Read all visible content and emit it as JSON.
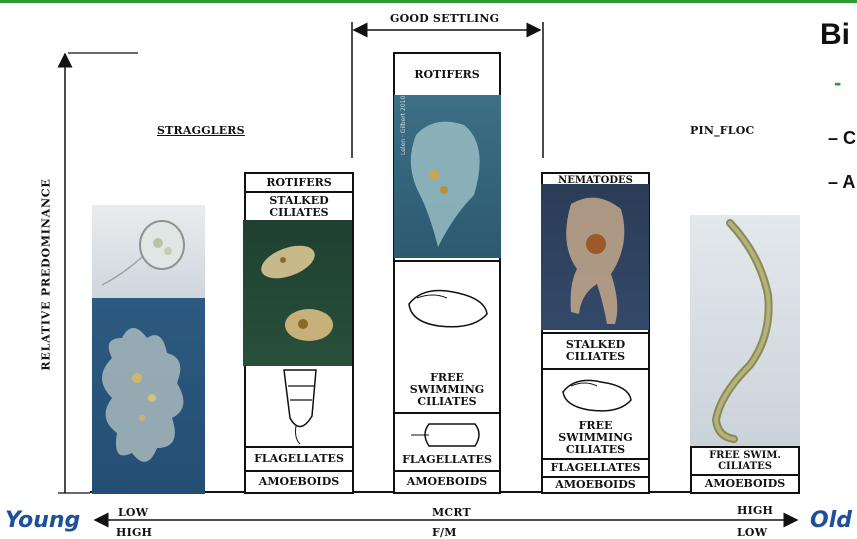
{
  "top_label": "GOOD SETTLING",
  "stragglers_label": "STRAGGLERS",
  "pin_floc_label": "PIN_FLOC",
  "y_axis_label": "RELATIVE PREDOMINANCE",
  "young_label": "Young",
  "old_label": "Old",
  "title_fragment": "Bi",
  "bullet_fragments": [
    "-",
    "– C",
    "– A"
  ],
  "bottom_axis": {
    "mcrt_label": "MCRT",
    "fm_label": "F/M",
    "left_top": "LOW",
    "left_bottom": "HIGH",
    "right_top": "HIGH",
    "right_bottom": "LOW"
  },
  "columns": {
    "col2": {
      "rotifers": "ROTIFERS",
      "stalked": "STALKED CILIATES",
      "flagellates": "FLAGELLATES",
      "amoeboids": "AMOEBOIDS"
    },
    "col3": {
      "rotifers": "ROTIFERS",
      "free": "FREE SWIMMING CILIATES",
      "flagellates": "FLAGELLATES",
      "amoeboids": "AMOEBOIDS",
      "watermark": "Lelen · Gilbert 2010"
    },
    "col4": {
      "nematodes": "NEMATODES",
      "stalked": "STALKED CILIATES",
      "free": "FREE SWIMMING CILIATES",
      "flagellates": "FLAGELLATES",
      "amoeboids": "AMOEBOIDS"
    },
    "col5": {
      "free": "FREE SWIM. CILIATES",
      "amoeboids": "AMOEBOIDS"
    }
  }
}
